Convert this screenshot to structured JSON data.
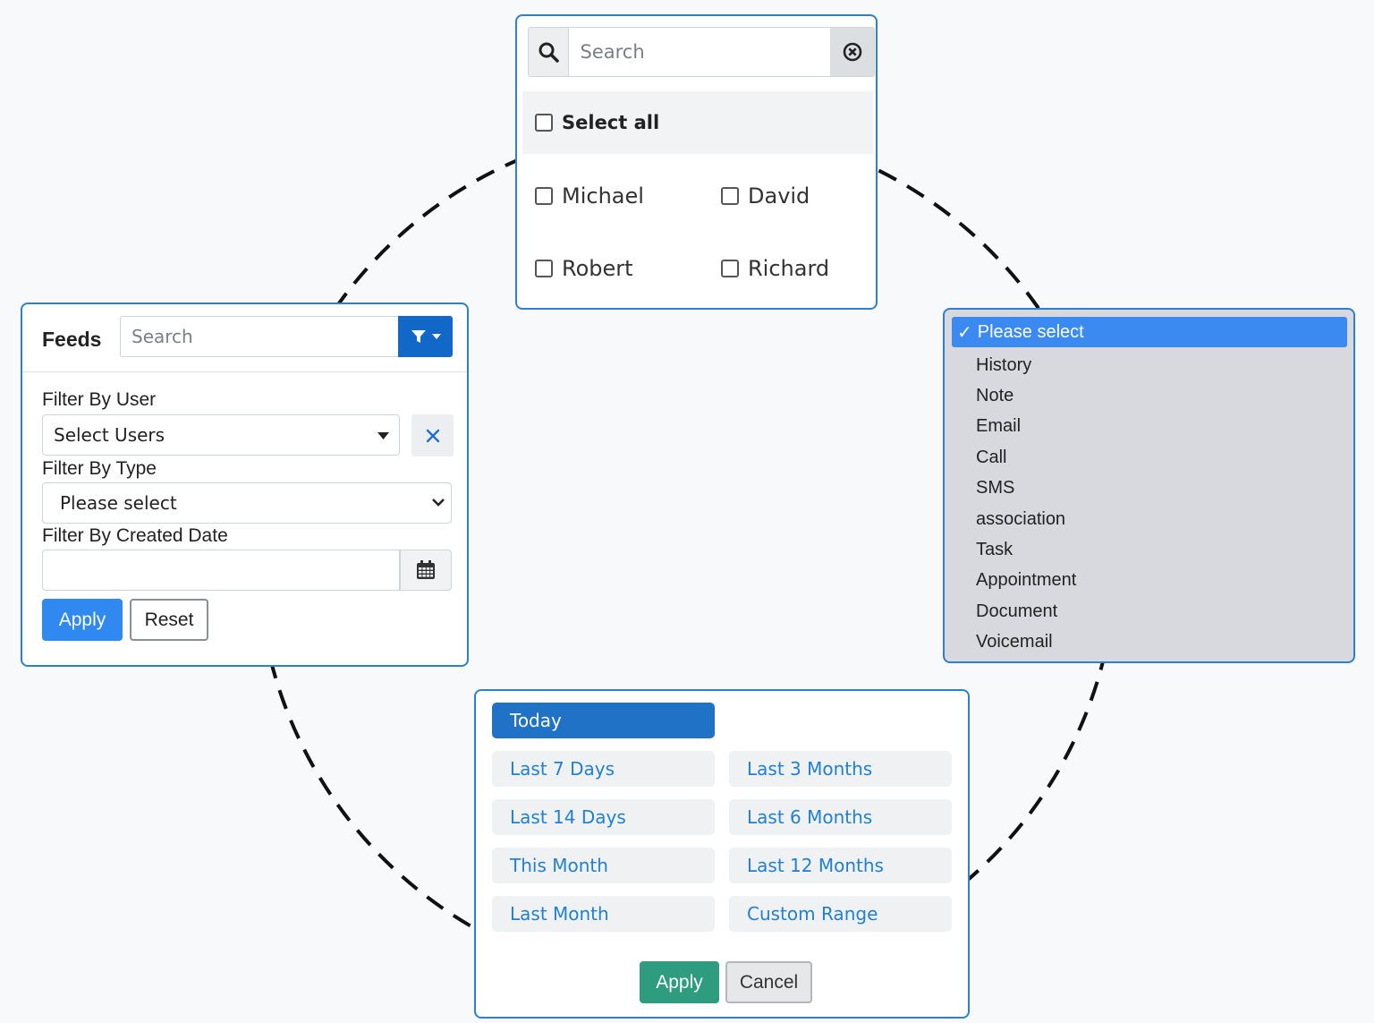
{
  "user_picker": {
    "search_placeholder": "Search",
    "select_all_label": "Select all",
    "users": [
      "Michael",
      "David",
      "Robert",
      "Richard"
    ]
  },
  "feeds": {
    "title": "Feeds",
    "search_placeholder": "Search",
    "filter_by_user_label": "Filter By User",
    "select_users_value": "Select Users",
    "filter_by_type_label": "Filter By Type",
    "type_value": "Please select",
    "filter_by_date_label": "Filter By Created Date",
    "date_value": "",
    "apply_label": "Apply",
    "reset_label": "Reset"
  },
  "type_options": {
    "selected": "Please select",
    "items": [
      "History",
      "Note",
      "Email",
      "Call",
      "SMS",
      "association",
      "Task",
      "Appointment",
      "Document",
      "Voicemail"
    ]
  },
  "date_ranges": {
    "today": "Today",
    "left": [
      "Last 7 Days",
      "Last 14 Days",
      "This Month",
      "Last Month"
    ],
    "right": [
      "Last 3 Months",
      "Last 6 Months",
      "Last 12 Months",
      "Custom Range"
    ],
    "apply_label": "Apply",
    "cancel_label": "Cancel"
  },
  "colors": {
    "panel_border": "#2f7fd0",
    "primary_blue": "#2f89f0",
    "filter_blue": "#1168c9",
    "selected_option": "#3b8af2",
    "range_active": "#1f72c6",
    "range_text": "#1f80d6",
    "apply_green": "#2e9c7f"
  }
}
